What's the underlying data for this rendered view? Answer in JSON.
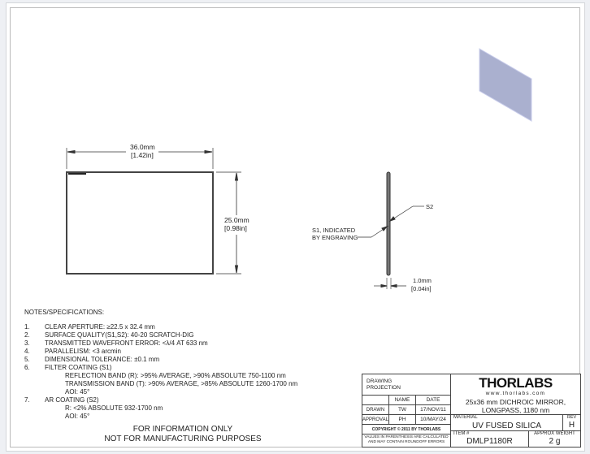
{
  "drawing": {
    "front_view": {
      "width_mm": "36.0mm",
      "width_in": "[1.42in]",
      "height_mm": "25.0mm",
      "height_in": "[0.98in]"
    },
    "side_view": {
      "s2_label": "S2",
      "s1_label_line1": "S1, INDICATED",
      "s1_label_line2": "BY ENGRAVING",
      "thickness_mm": "1.0mm",
      "thickness_in": "[0.04in]"
    }
  },
  "notes": {
    "heading": "NOTES/SPECIFICATIONS:",
    "items": [
      {
        "num": "1.",
        "text": "CLEAR APERTURE: ≥22.5 x 32.4 mm"
      },
      {
        "num": "2.",
        "text": "SURFACE QUALITY(S1,S2): 40-20 SCRATCH-DIG"
      },
      {
        "num": "3.",
        "text": "TRANSMITTED WAVEFRONT ERROR: <λ/4 AT 633 nm"
      },
      {
        "num": "4.",
        "text": "PARALLELISM: <3 arcmin"
      },
      {
        "num": "5.",
        "text": "DIMENSIONAL TOLERANCE: ±0.1 mm"
      },
      {
        "num": "6.",
        "text": "FILTER COATING (S1)"
      },
      {
        "sub": "REFLECTION BAND (R): >95% AVERAGE, >90% ABSOLUTE 750-1100 nm"
      },
      {
        "sub": "TRANSMISSION BAND (T): >90% AVERAGE, >85% ABSOLUTE 1260-1700 nm"
      },
      {
        "sub": "AOI: 45°"
      },
      {
        "num": "7.",
        "text": "AR COATING (S2)"
      },
      {
        "sub": "R: <2% ABSOLUTE 932-1700 nm"
      },
      {
        "sub": "AOI: 45°"
      }
    ],
    "disclaimer_line1": "FOR INFORMATION ONLY",
    "disclaimer_line2": "NOT FOR MANUFACTURING PURPOSES"
  },
  "title_block": {
    "projection_line1": "DRAWING",
    "projection_line2": "PROJECTION",
    "name_header": "NAME",
    "date_header": "DATE",
    "drawn_label": "DRAWN",
    "drawn_name": "TW",
    "drawn_date": "17/NOV/11",
    "approval_label": "APPROVAL",
    "approval_name": "PH",
    "approval_date": "10/MAY/24",
    "copyright": "COPYRIGHT © 2011 BY THORLABS",
    "values_note_line1": "VALUES IN PARENTHESIS ARE CALCULATED",
    "values_note_line2": "AND MAY CONTAIN ROUNDOFF ERRORS",
    "logo": "THORLABS",
    "url": "www.thorlabs.com",
    "description_line1": "25x36 mm DICHROIC MIRROR,",
    "description_line2": "LONGPASS, 1180 nm",
    "material_label": "MATERIAL",
    "material": "UV FUSED SILICA",
    "rev_label": "REV",
    "rev": "H",
    "item_label": "ITEM #",
    "item": "DMLP1180R",
    "weight_label": "APPROX WEIGHT",
    "weight": "2 g"
  }
}
